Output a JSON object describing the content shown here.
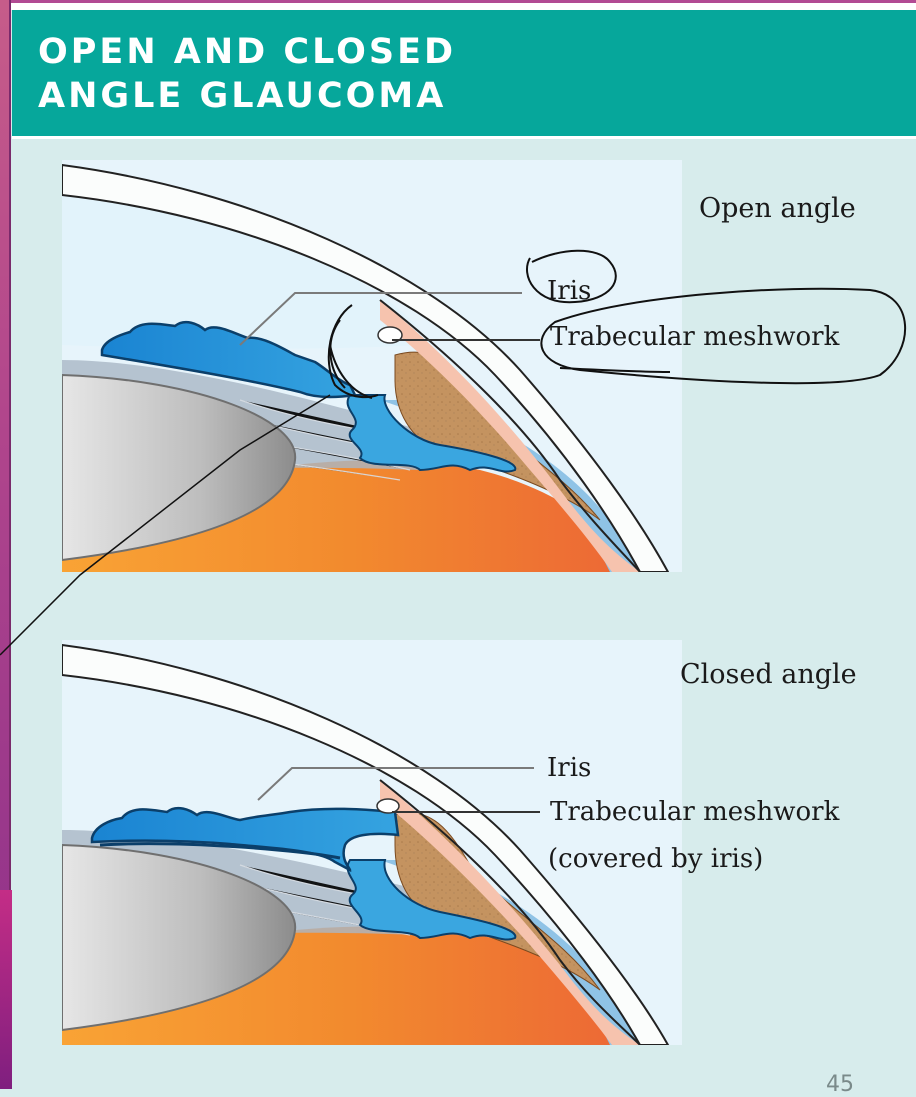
{
  "title_line1": "OPEN AND CLOSED",
  "title_line2": "ANGLE GLAUCOMA",
  "panels": [
    {
      "heading": "Open angle",
      "labels": {
        "iris": "Iris",
        "meshwork": "Trabecular meshwork"
      }
    },
    {
      "heading": "Closed angle",
      "labels": {
        "iris": "Iris",
        "meshwork": "Trabecular meshwork",
        "meshwork_note": "(covered by iris)"
      }
    }
  ],
  "page_number": "45",
  "colors": {
    "header": "#06a79b",
    "background": "#d7ecec",
    "iris": "#1f8fd6",
    "sclera": "#f7c7b3",
    "lens": "#a8a8a8",
    "vitreous": "#f4872b",
    "ciliary": "#c9935e",
    "annotation_ink": "#111111"
  }
}
